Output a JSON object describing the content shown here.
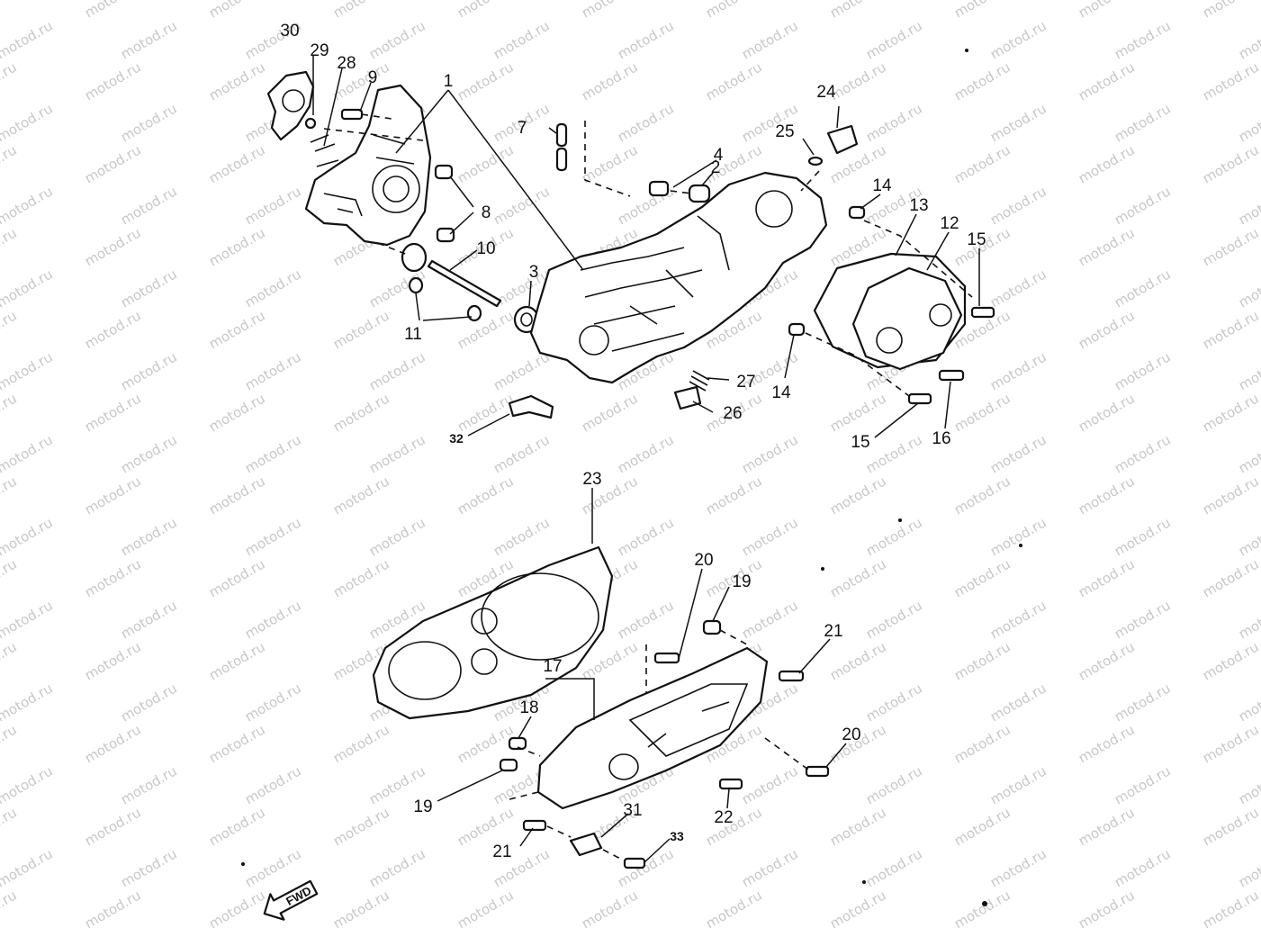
{
  "watermark": "motod.ru",
  "direction_marker": "FWD",
  "callouts": {
    "c1": "1",
    "c2": "2",
    "c3": "3",
    "c4": "4",
    "c7": "7",
    "c8": "8",
    "c9": "9",
    "c10": "10",
    "c11": "11",
    "c12": "12",
    "c13": "13",
    "c14a": "14",
    "c14b": "14",
    "c15a": "15",
    "c15b": "15",
    "c16": "16",
    "c17": "17",
    "c18": "18",
    "c19a": "19",
    "c19b": "19",
    "c20a": "20",
    "c20b": "20",
    "c21a": "21",
    "c21b": "21",
    "c22": "22",
    "c23": "23",
    "c24": "24",
    "c25": "25",
    "c26": "26",
    "c27": "27",
    "c28": "28",
    "c29": "29",
    "c30": "30",
    "c31": "31",
    "c32": "32",
    "c33": "33"
  }
}
